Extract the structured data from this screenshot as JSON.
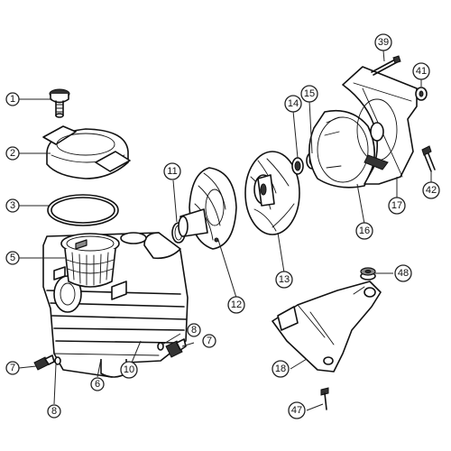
{
  "callouts": {
    "c1": "1",
    "c2": "2",
    "c3": "3",
    "c5": "5",
    "c6": "6",
    "c7a": "7",
    "c7b": "7",
    "c8a": "8",
    "c8b": "8",
    "c10": "10",
    "c11": "11",
    "c12": "12",
    "c13": "13",
    "c14": "14",
    "c15": "15",
    "c16": "16",
    "c17": "17",
    "c18": "18",
    "c39": "39",
    "c41": "41",
    "c42": "42",
    "c47": "47",
    "c48": "48"
  }
}
